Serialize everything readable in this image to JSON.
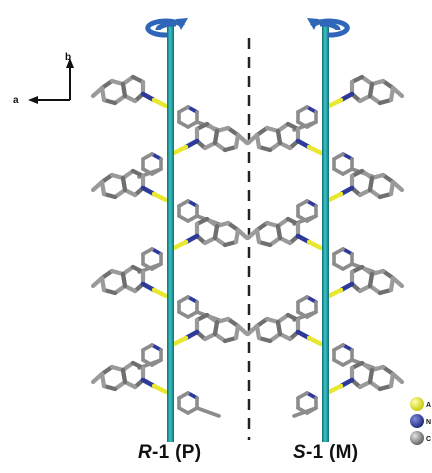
{
  "axes": {
    "a_label": "a",
    "b_label": "b"
  },
  "panels": [
    {
      "id": "left",
      "prefix": "R",
      "suffix": "-1 (P)"
    },
    {
      "id": "right",
      "prefix": "S",
      "suffix": "-1 (M)"
    }
  ],
  "legend": [
    {
      "label": "A",
      "color": "#e0e020"
    },
    {
      "label": "N",
      "color": "#2d3a9c"
    },
    {
      "label": "C",
      "color": "#8a8a8a"
    }
  ],
  "colors": {
    "helix_axis": "#1a9aa0",
    "rotation_arrow": "#2f66b8",
    "carbon": "#8a8a8a",
    "nitrogen": "#2d3a9c",
    "linker": "#e8e830",
    "divider": "#222222"
  }
}
